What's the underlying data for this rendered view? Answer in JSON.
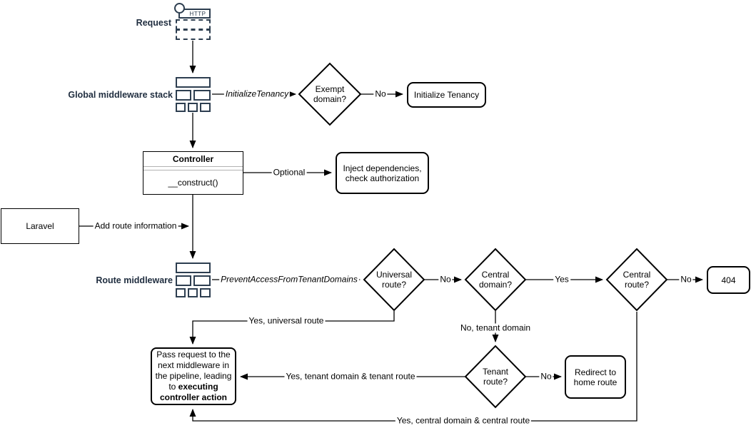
{
  "diagram": {
    "background_color": "#ffffff",
    "label_color": "#1f2d3f",
    "icon_color": "#2d3e50",
    "line_color": "#000000"
  },
  "nodes": {
    "request": {
      "label": "Request",
      "icon": "http-request-icon",
      "http_text": "HTTP"
    },
    "global_middleware": {
      "label": "Global middleware stack",
      "icon": "middleware-stack-icon"
    },
    "route_middleware": {
      "label": "Route middleware",
      "icon": "middleware-stack-icon"
    },
    "exempt_domain": {
      "label": "Exempt domain?"
    },
    "initialize_tenancy": {
      "label": "Initialize Tenancy"
    },
    "controller": {
      "title": "Controller",
      "method": "__construct()"
    },
    "inject_dependencies": {
      "label": "Inject dependencies, check authorization"
    },
    "laravel": {
      "label": "Laravel"
    },
    "universal_route": {
      "label": "Universal route?"
    },
    "central_domain": {
      "label": "Central domain?"
    },
    "central_route": {
      "label": "Central route?"
    },
    "not_found": {
      "label": "404"
    },
    "tenant_route": {
      "label": "Tenant route?"
    },
    "redirect_home": {
      "label": "Redirect to home route"
    },
    "pass_request": {
      "text_regular": "Pass request to the next middleware in the pipeline, leading to ",
      "text_bold": "executing controller action"
    }
  },
  "edge_labels": {
    "initialize_tenancy_middleware": "InitializeTenancy",
    "exempt_no": "No",
    "optional": "Optional",
    "add_route_information": "Add route information",
    "prevent_access_middleware": "PreventAccessFromTenantDomains",
    "universal_no": "No",
    "central_domain_yes": "Yes",
    "central_route_no": "No",
    "yes_universal_route": "Yes, universal route",
    "no_tenant_domain": "No, tenant domain",
    "yes_tenant_route": "Yes, tenant domain & tenant route",
    "tenant_no": "No",
    "yes_central_route": "Yes, central domain & central route"
  }
}
